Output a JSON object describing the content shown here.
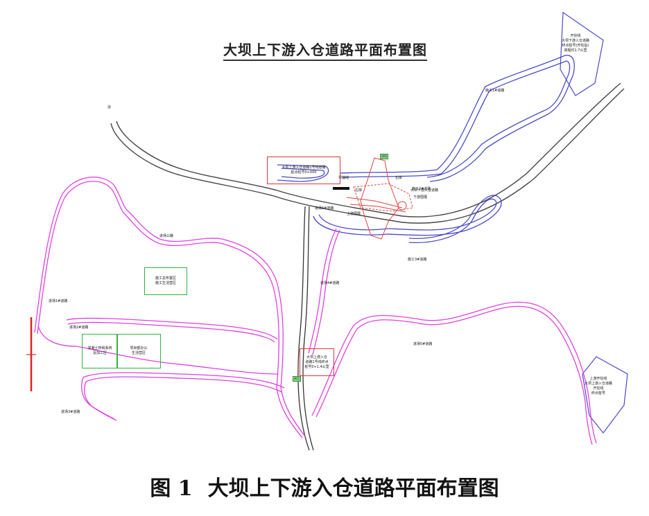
{
  "map_title": "大坝上下游入仓道路平面布置图",
  "figure_caption": {
    "number": "图 1",
    "text": "大坝上下游入仓道路平面布置图"
  },
  "labels": {
    "north": "泌",
    "upstream_cofferdam_box": [
      "大坝上游入仓道路1号线道路",
      "起点桩号0+000"
    ],
    "downstream_top_box": [
      "开挖线",
      "大坝下游入仓道路",
      "终点桩号(开挖后)",
      "高程约1.7公里"
    ],
    "right_blue_box": [
      "上游开挖线",
      "大坝上游入仓道路",
      "开挖线",
      "终点桩号"
    ],
    "mid_red_box": [
      "大坝上游入仓",
      "道路1号线终点",
      "桩号0+1.4公里"
    ],
    "green_box_top": [
      "施工总布置区",
      "施工生活营区"
    ],
    "green_box_left": [
      "混凝土拌和系统",
      "及加工区"
    ],
    "green_box_right": [
      "项目部办公",
      "生活营区"
    ],
    "road_blue_1": "施工1#道路",
    "road_blue_2": "施工2#道路",
    "road_blue_3": "施工3#道路",
    "road_pink_1": "进场公路",
    "road_pink_2": "进场1#道路",
    "road_pink_3": "进场2#道路",
    "road_pink_4": "进场3#道路",
    "road_pink_5": "进场4#道路",
    "road_pink_6": "进场5#道路",
    "road_pink_7": "进场6#道路",
    "dam_axis": "坝轴线",
    "dam_upstream": "上游围堰",
    "dam_downstream": "下游围堰",
    "dam_left": "左岸",
    "dam_right": "右岸",
    "dam_spill": "大坝下游入仓道路",
    "tag_1": "进场",
    "tag_2": "终点"
  },
  "colors": {
    "river": "#444444",
    "road_pink": "#e040e0",
    "road_blue": "#4a4ac8",
    "box_red": "#e0343a",
    "box_green": "#2fb344",
    "boundary": "#e02020"
  }
}
